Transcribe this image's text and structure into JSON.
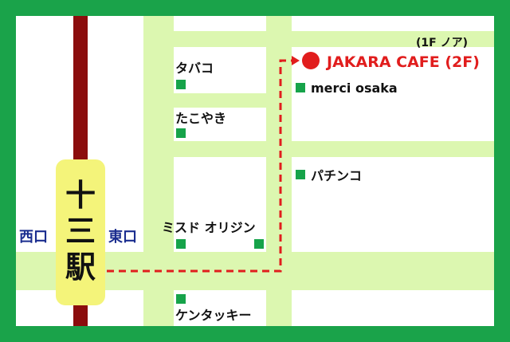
{
  "colors": {
    "frame": "#1aa34a",
    "background": "#ffffff",
    "street": "#dcf7b0",
    "rail": "#8b0d0d",
    "station": "#f4f47a",
    "marker": "#16a34a",
    "route": "#e11d1d",
    "destination": "#e11d1d",
    "exit_label": "#1a2d8f",
    "text": "#111111"
  },
  "station": {
    "name_line1": "十",
    "name_line2": "三",
    "name_line3": "駅",
    "west_exit": "西口",
    "east_exit": "東口"
  },
  "destination": {
    "name": "JAKARA CAFE (2F)",
    "floor_note": "(1F ノア)"
  },
  "landmarks": {
    "merci": "merci osaka",
    "tabako": "タバコ",
    "takoyaki": "たこやき",
    "pachinko": "パチンコ",
    "misdo_origin": "ミスド オリジン",
    "kfc": "ケンタッキー"
  }
}
